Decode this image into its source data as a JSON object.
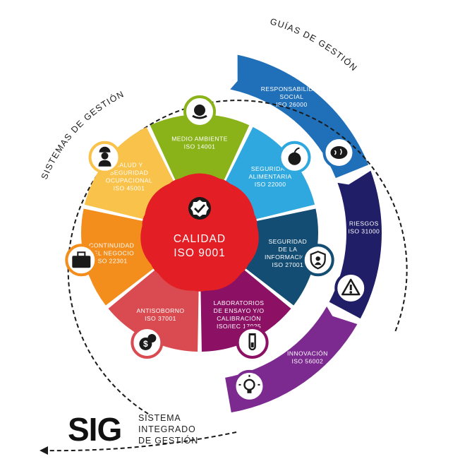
{
  "arc_labels": {
    "sistemas": "SISTEMAS DE GESTIÓN",
    "guias": "GUÍAS DE GESTIÓN"
  },
  "core": {
    "line1": "CALIDAD",
    "line2": "ISO 9001",
    "icon": "check-badge-icon",
    "color": "#e31e25"
  },
  "systems": [
    {
      "key": "medio-ambiente",
      "lines": [
        "MEDIO AMBIENTE",
        "ISO 14001"
      ],
      "color": "#8ab31a",
      "icon": "earth-hand-icon"
    },
    {
      "key": "seguridad-alimentaria",
      "lines": [
        "SEGURIDAD",
        "ALIMENTARIA",
        "ISO 22000"
      ],
      "color": "#2ea8df",
      "icon": "apple-icon"
    },
    {
      "key": "seguridad-informacion",
      "lines": [
        "SEGURIDAD",
        "DE LA",
        "INFORMACIÓN",
        "ISO 27001"
      ],
      "color": "#144d73",
      "icon": "shield-user-icon"
    },
    {
      "key": "laboratorios",
      "lines": [
        "LABORATORIOS",
        "DE ENSAYO Y/O",
        "CALIBRACIÓN",
        "ISO/IEC 17025"
      ],
      "color": "#8c1063",
      "icon": "test-tube-icon"
    },
    {
      "key": "antisoborno",
      "lines": [
        "ANTISOBORNO",
        "ISO 37001"
      ],
      "color": "#d94b50",
      "icon": "money-chat-icon"
    },
    {
      "key": "continuidad",
      "lines": [
        "CONTINUIDAD",
        "DEL NEGOCIO",
        "ISO 22301"
      ],
      "color": "#f38d1c",
      "icon": "briefcase-icon"
    },
    {
      "key": "salud-seguridad",
      "lines": [
        "SALUD Y",
        "SEGURIDAD",
        "OCUPACIONAL",
        "ISO 45001"
      ],
      "color": "#f9c24a",
      "icon": "worker-icon"
    }
  ],
  "guides": [
    {
      "key": "responsabilidad-social",
      "lines": [
        "RESPONSABILIDAD",
        "SOCIAL",
        "ISO 26000"
      ],
      "color": "#1f6fb9",
      "icon": "brain-icon"
    },
    {
      "key": "riesgos",
      "lines": [
        "RIESGOS",
        "ISO 31000"
      ],
      "color": "#201e67",
      "icon": "warning-icon"
    },
    {
      "key": "innovacion",
      "lines": [
        "INNOVACIÓN",
        "ISO 56002"
      ],
      "color": "#7c2a90",
      "icon": "lightbulb-icon"
    }
  ],
  "brand": {
    "acronym": "SIG",
    "line1": "SISTEMA",
    "line2": "INTEGRADO",
    "line3": "DE GESTIÓN"
  }
}
